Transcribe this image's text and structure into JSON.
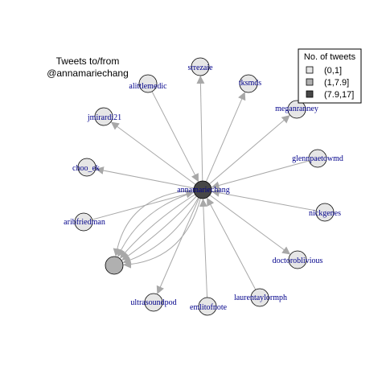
{
  "title": {
    "line1": "Tweets to/from",
    "line2": "@annamariechang"
  },
  "legend": {
    "title": "No. of tweets",
    "items": [
      {
        "label": "(0,1]",
        "color": "#e6e6e6"
      },
      {
        "label": "(1,7.9]",
        "color": "#b0b0b0"
      },
      {
        "label": "(7.9,17]",
        "color": "#474747"
      }
    ]
  },
  "colors": {
    "edge": "#a8a8a8",
    "node_stroke": "#000000",
    "label": "#00008b"
  },
  "center": {
    "id": "annamariechang",
    "label": "annamariechang",
    "bin": 2
  },
  "nodes": [
    {
      "id": "srrezaie",
      "label": "srrezaie",
      "bin": 0,
      "direction": "out"
    },
    {
      "id": "tksmds",
      "label": "tksmds",
      "bin": 0,
      "direction": "out"
    },
    {
      "id": "alittlemedic",
      "label": "alittlemedic",
      "bin": 0,
      "direction": "in"
    },
    {
      "id": "meganranney",
      "label": "meganranney",
      "bin": 0,
      "direction": "out"
    },
    {
      "id": "jmirardi21",
      "label": "jmirardi21",
      "bin": 0,
      "direction": "out"
    },
    {
      "id": "glennpaetowmd",
      "label": "glennpaetowmd",
      "bin": 0,
      "direction": "in"
    },
    {
      "id": "choo_ek",
      "label": "choo_ek",
      "bin": 0,
      "direction": "out"
    },
    {
      "id": "aribfriedman",
      "label": "aribfriedman",
      "bin": 0,
      "direction": "in"
    },
    {
      "id": "nickgenes",
      "label": "nickgenes",
      "bin": 0,
      "direction": "in"
    },
    {
      "id": "doctoroblivious",
      "label": "doctoroblivious",
      "bin": 0,
      "direction": "out"
    },
    {
      "id": "unlabeled",
      "label": "",
      "bin": 1,
      "direction": "multi"
    },
    {
      "id": "lauren",
      "label": "laurentaylormph",
      "bin": 0,
      "direction": "in"
    },
    {
      "id": "ultrasoundpod",
      "label": "ultrasoundpod",
      "bin": 0,
      "direction": "out"
    },
    {
      "id": "emlitofnote",
      "label": "emlitofnote",
      "bin": 0,
      "direction": "in"
    }
  ]
}
